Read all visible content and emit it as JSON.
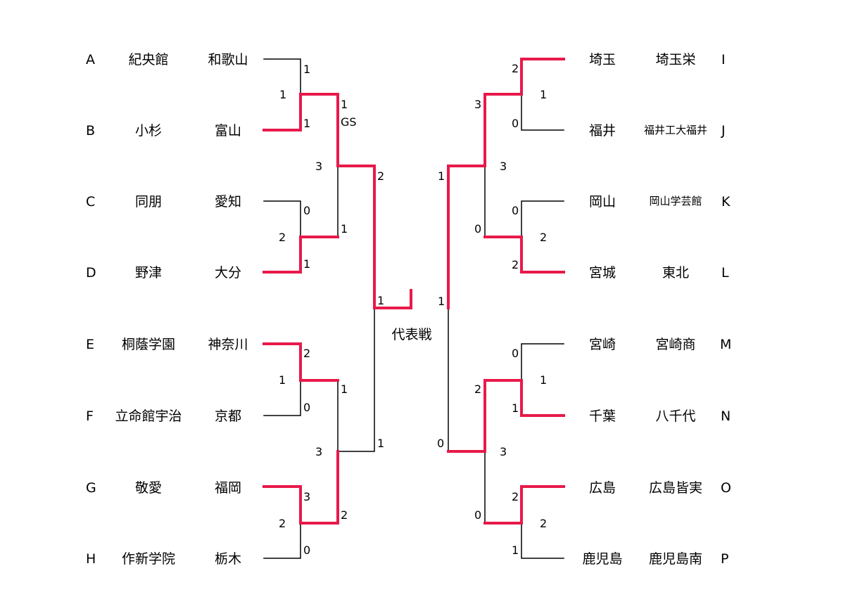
{
  "colors": {
    "winner": "#e8194a",
    "line": "#000000",
    "background": "#ffffff"
  },
  "center_label": "代表戦",
  "left_teams": [
    {
      "letter": "A",
      "school": "紀央館",
      "prefecture": "和歌山"
    },
    {
      "letter": "B",
      "school": "小杉",
      "prefecture": "富山"
    },
    {
      "letter": "C",
      "school": "同朋",
      "prefecture": "愛知"
    },
    {
      "letter": "D",
      "school": "野津",
      "prefecture": "大分"
    },
    {
      "letter": "E",
      "school": "桐蔭学園",
      "prefecture": "神奈川"
    },
    {
      "letter": "F",
      "school": "立命館宇治",
      "prefecture": "京都"
    },
    {
      "letter": "G",
      "school": "敬愛",
      "prefecture": "福岡"
    },
    {
      "letter": "H",
      "school": "作新学院",
      "prefecture": "栃木"
    }
  ],
  "right_teams": [
    {
      "letter": "I",
      "school": "埼玉栄",
      "prefecture": "埼玉"
    },
    {
      "letter": "J",
      "school": "福井工大福井",
      "prefecture": "福井"
    },
    {
      "letter": "K",
      "school": "岡山学芸館",
      "prefecture": "岡山"
    },
    {
      "letter": "L",
      "school": "東北",
      "prefecture": "宮城"
    },
    {
      "letter": "M",
      "school": "宮崎商",
      "prefecture": "宮崎"
    },
    {
      "letter": "N",
      "school": "八千代",
      "prefecture": "千葉"
    },
    {
      "letter": "O",
      "school": "広島皆実",
      "prefecture": "広島"
    },
    {
      "letter": "P",
      "school": "鹿児島南",
      "prefecture": "鹿児島"
    }
  ],
  "scores": {
    "left_r1": [
      {
        "top": "1",
        "bottom": "1",
        "team_wins": "1"
      },
      {
        "top": "0",
        "bottom": "1",
        "team_wins": "2"
      },
      {
        "top": "2",
        "bottom": "0",
        "team_wins": "1"
      },
      {
        "top": "3",
        "bottom": "0",
        "team_wins": "2"
      }
    ],
    "left_r2": [
      {
        "top": "1",
        "bottom": "1",
        "note": "GS",
        "team_wins": "3"
      },
      {
        "top": "1",
        "bottom": "2",
        "team_wins": "3"
      }
    ],
    "left_semi": {
      "top": "2",
      "bottom": "1"
    },
    "left_final": "1",
    "right_r1": [
      {
        "top": "2",
        "bottom": "0",
        "team_wins": "1"
      },
      {
        "top": "0",
        "bottom": "2",
        "team_wins": "2"
      },
      {
        "top": "0",
        "bottom": "1",
        "team_wins": "1"
      },
      {
        "top": "2",
        "bottom": "1",
        "team_wins": "2"
      }
    ],
    "right_r2": [
      {
        "top": "3",
        "bottom": "0",
        "team_wins": "3"
      },
      {
        "top": "2",
        "bottom": "0",
        "team_wins": "3"
      }
    ],
    "right_semi": {
      "top": "1",
      "bottom": "0"
    },
    "right_final": "1"
  }
}
